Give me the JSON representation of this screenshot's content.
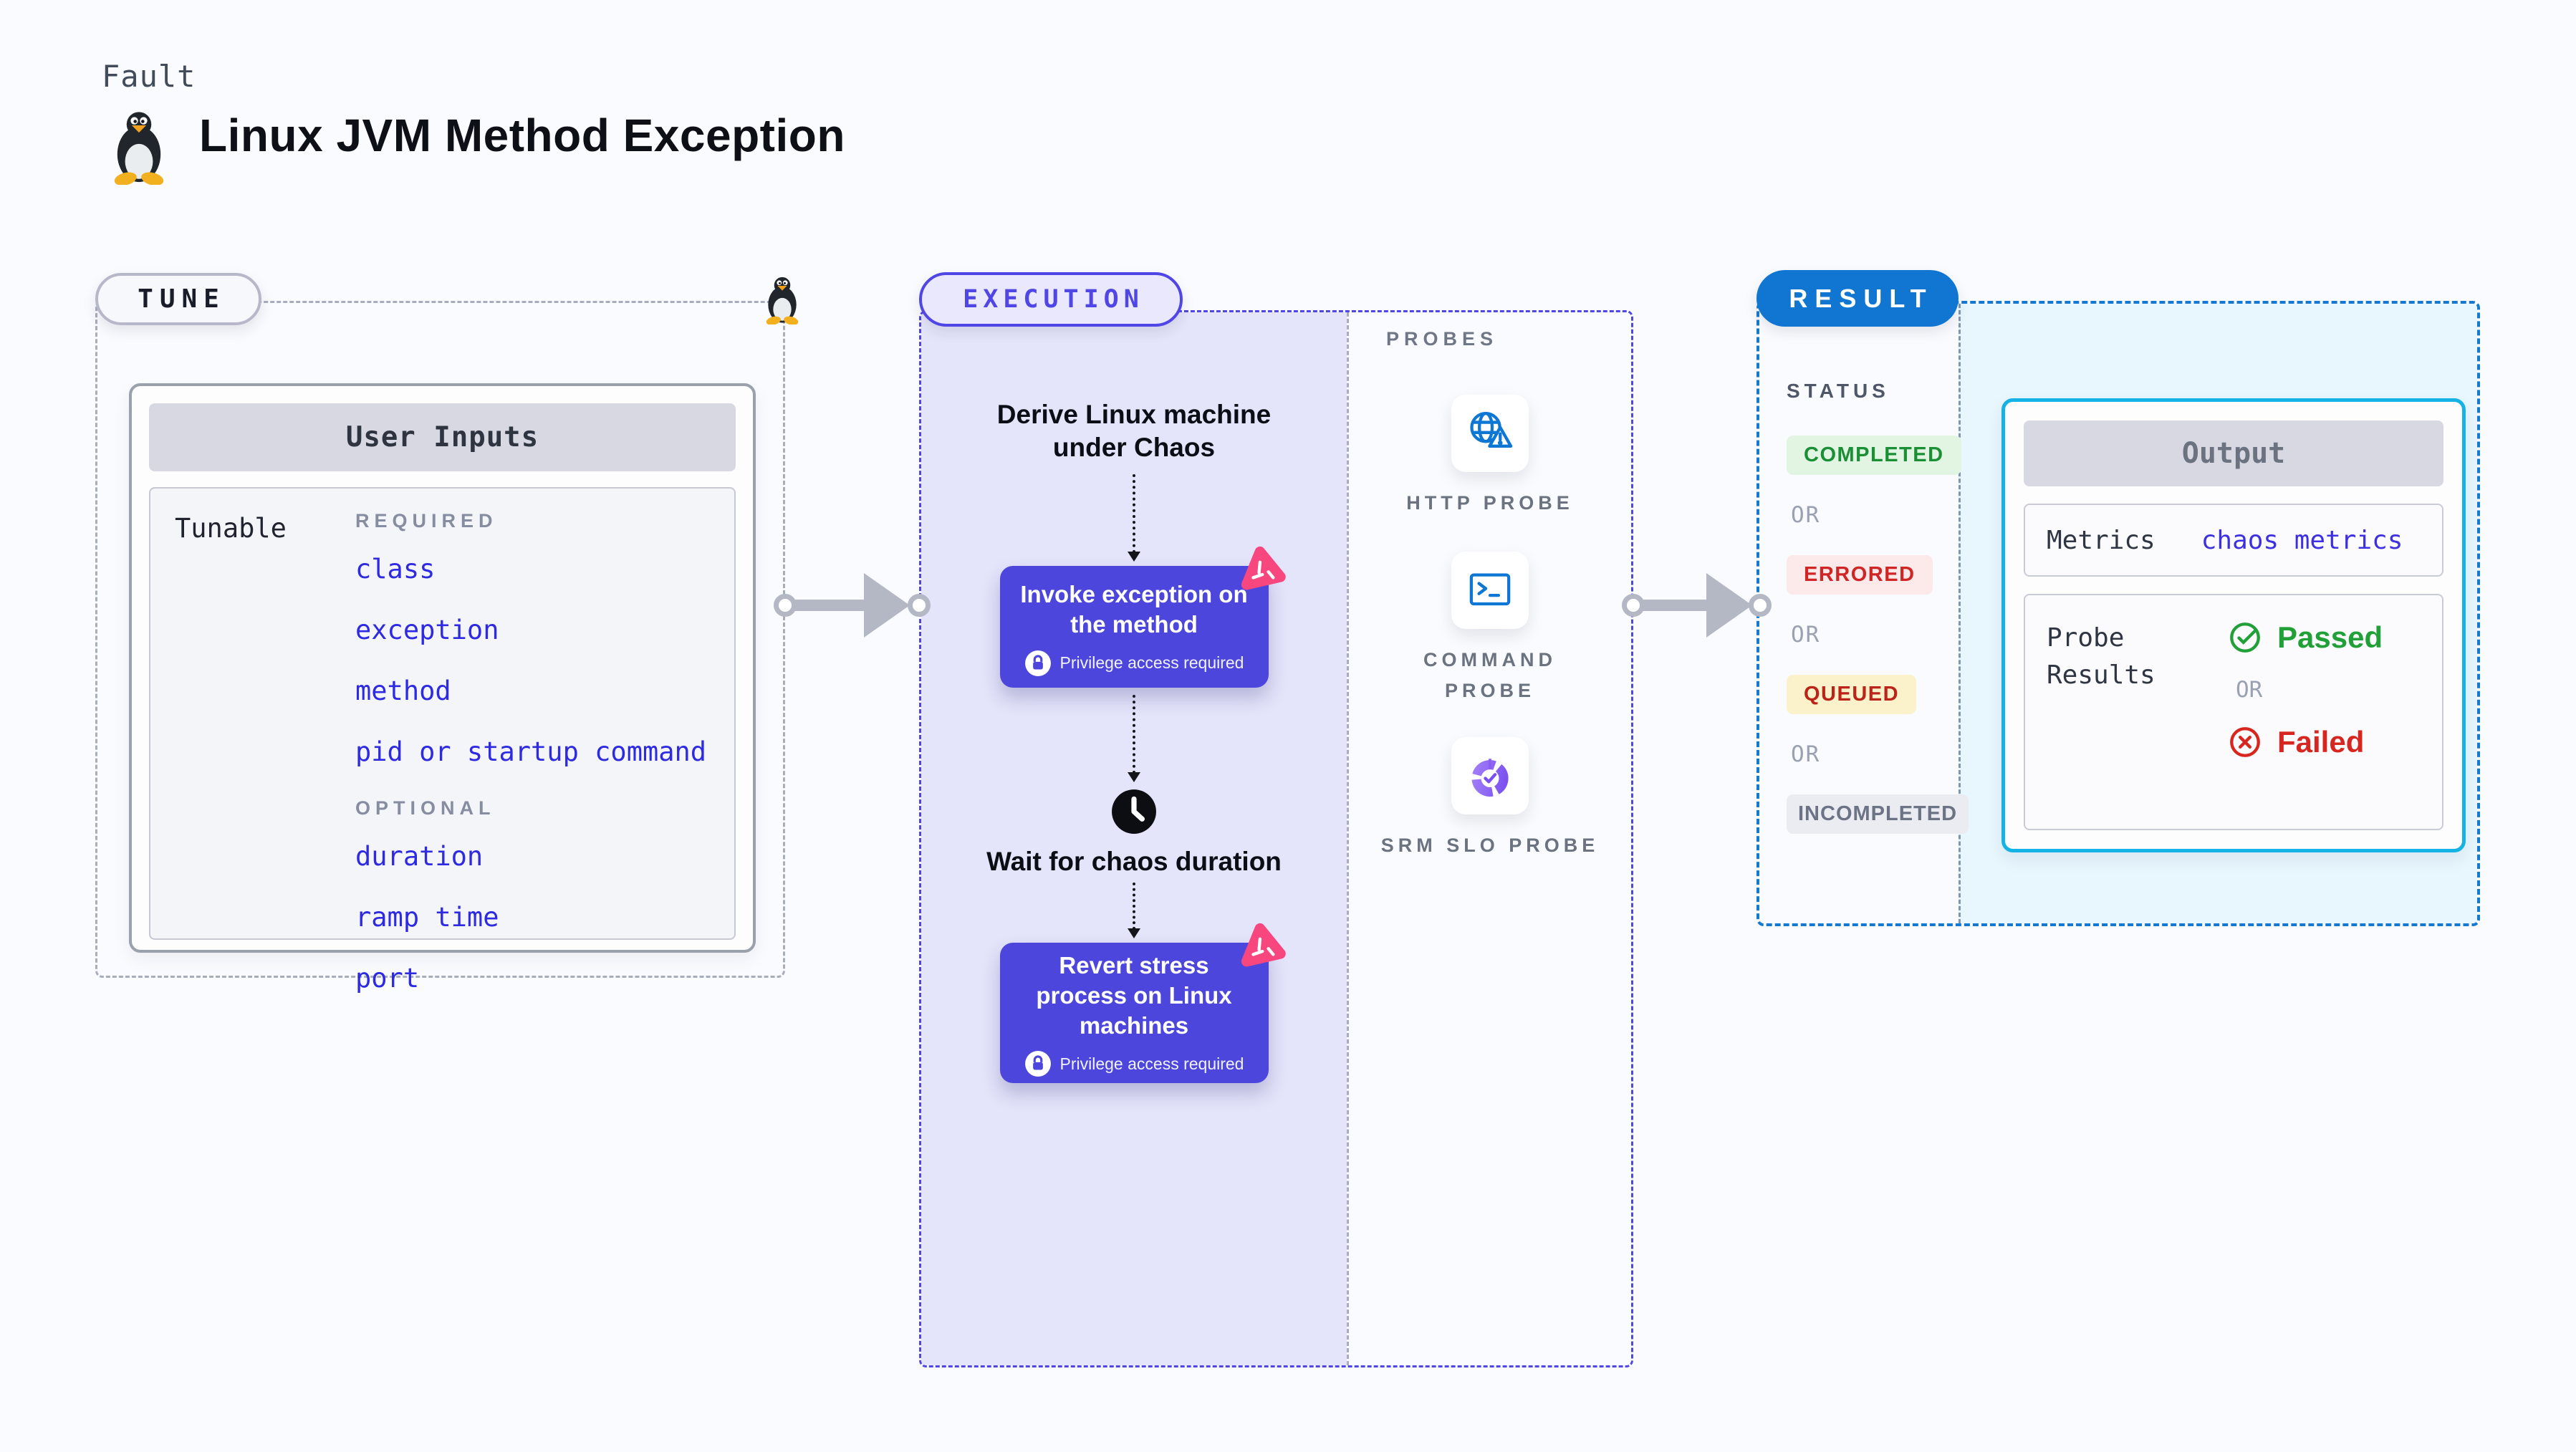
{
  "header": {
    "kicker": "Fault",
    "title": "Linux JVM Method Exception"
  },
  "tune": {
    "pill": "TUNE",
    "card_title": "User Inputs",
    "row_label": "Tunable",
    "required_label": "REQUIRED",
    "required_items": [
      "class",
      "exception",
      "method",
      "pid or startup command"
    ],
    "optional_label": "OPTIONAL",
    "optional_items": [
      "duration",
      "ramp time",
      "port"
    ]
  },
  "execution": {
    "pill": "EXECUTION",
    "derive_step": "Derive Linux machine under Chaos",
    "invoke_step": "Invoke exception on the method",
    "wait_step": "Wait for chaos duration",
    "revert_step": "Revert stress process on Linux machines",
    "privilege_note": "Privilege access required"
  },
  "probes": {
    "label": "PROBES",
    "items": [
      {
        "name": "HTTP PROBE",
        "icon": "globe-alert-icon"
      },
      {
        "name": "COMMAND PROBE",
        "icon": "terminal-icon"
      },
      {
        "name": "SRM SLO PROBE",
        "icon": "slo-donut-icon"
      }
    ]
  },
  "result": {
    "pill": "RESULT",
    "status_label": "STATUS",
    "or_label": "OR",
    "statuses": [
      {
        "label": "COMPLETED",
        "bg": "#e1f5e2",
        "color": "#1b8f35"
      },
      {
        "label": "ERRORED",
        "bg": "#fce9e9",
        "color": "#d02525"
      },
      {
        "label": "QUEUED",
        "bg": "#fbf1cb",
        "color": "#bb2418"
      },
      {
        "label": "INCOMPLETED",
        "bg": "#eaecf2",
        "color": "#6b7384"
      }
    ],
    "output": {
      "title": "Output",
      "metrics_label": "Metrics",
      "metrics_value": "chaos metrics",
      "probe_results_label": "Probe Results",
      "passed_label": "Passed",
      "or_label": "OR",
      "failed_label": "Failed"
    }
  },
  "icons": [
    "tux-penguin-icon",
    "chaos-logo-icon",
    "lock-icon",
    "clock-icon",
    "globe-alert-icon",
    "terminal-icon",
    "slo-donut-icon",
    "check-circle-icon",
    "x-circle-icon",
    "arrow-right-icon",
    "arrow-down-icon"
  ],
  "colors": {
    "accent_indigo": "#4f46e5",
    "node_purple": "#4c46dd",
    "result_blue": "#1176d2",
    "output_border_cyan": "#15b2e5",
    "link_blue": "#2d2ae2",
    "lavender_panel": "#e4e4fa",
    "result_panel": "#e8f6fd",
    "passed_green": "#21a038",
    "failed_red": "#d6261f",
    "chaos_pink": "#f7477e"
  }
}
